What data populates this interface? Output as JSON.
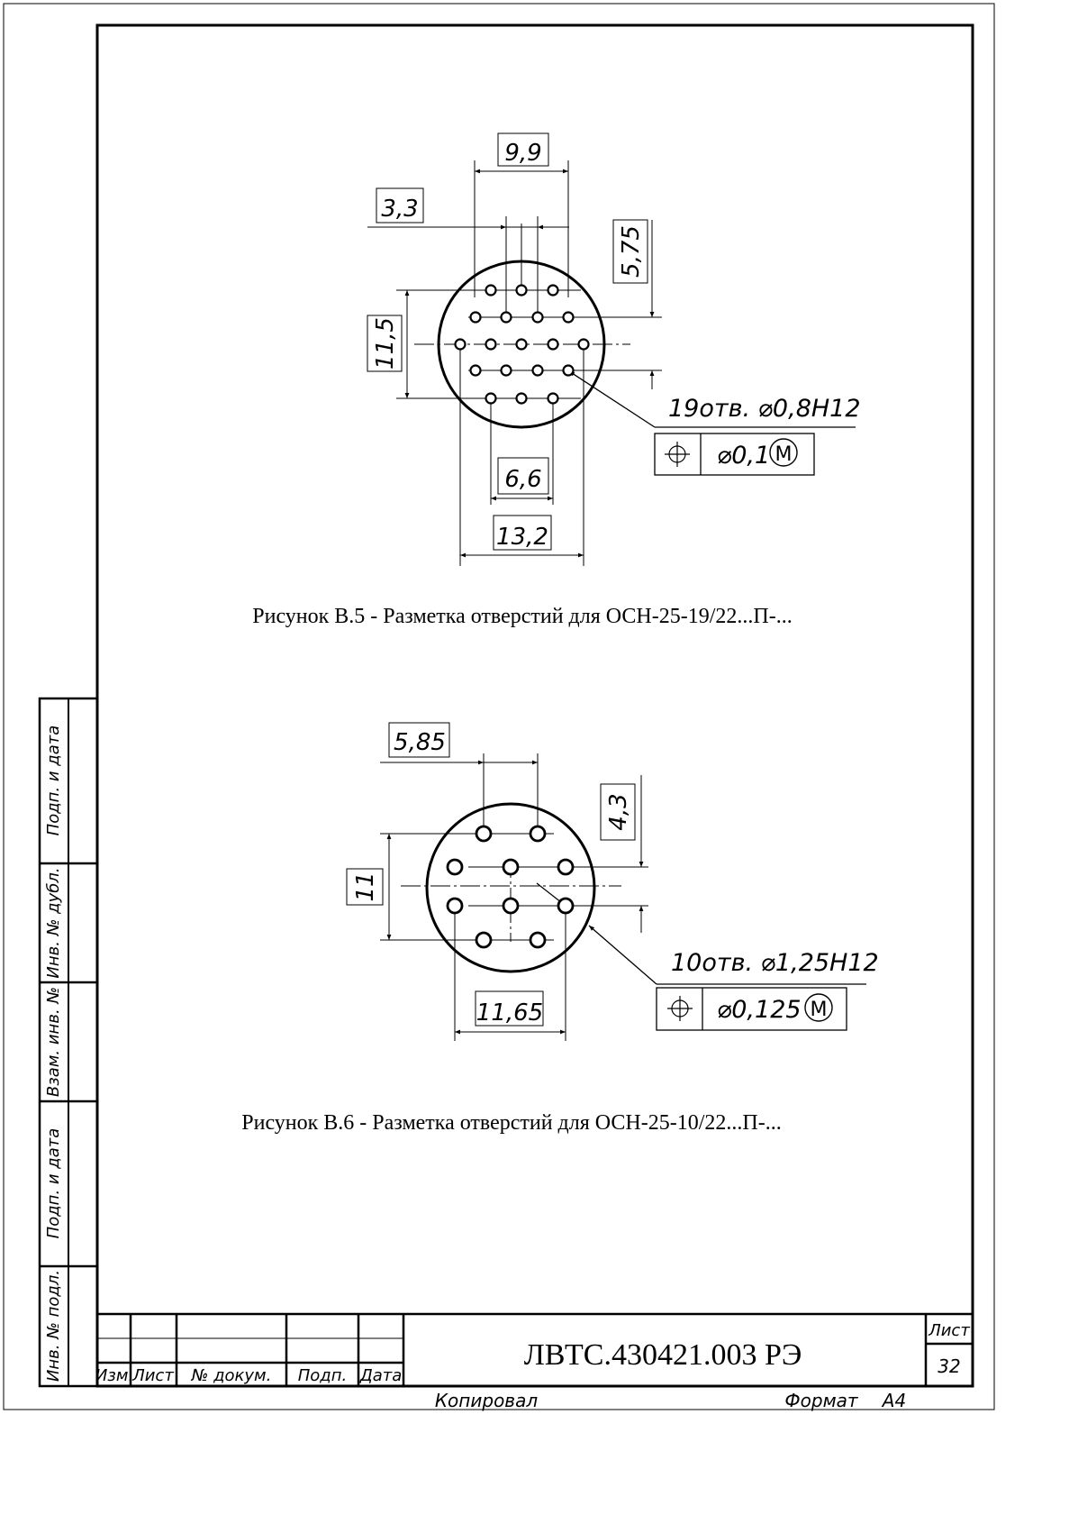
{
  "figure1": {
    "dims": {
      "d9_9": "9,9",
      "d3_3": "3,3",
      "d5_75": "5,75",
      "d11_5": "11,5",
      "d6_6": "6,6",
      "d13_2": "13,2"
    },
    "holes_note": "19отв. ⌀0,8H12",
    "tolerance_value": "⌀0,1",
    "modifier": "M",
    "caption": "Рисунок В.5 - Разметка отверстий для ОСН-25-19/22...П-..."
  },
  "figure2": {
    "dims": {
      "d5_85": "5,85",
      "d4_3": "4,3",
      "d11": "11",
      "d11_65": "11,65"
    },
    "holes_note": "10отв. ⌀1,25H12",
    "tolerance_value": "⌀0,125",
    "modifier": "M",
    "caption": "Рисунок В.6 - Разметка отверстий для ОСН-25-10/22...П-..."
  },
  "side_stamp": {
    "podp_data_top": "Подп. и дата",
    "inv_dubl": "Инв. № дубл.",
    "vzam_inv": "Взам. инв. №",
    "podp_data_bottom": "Подп. и дата",
    "inv_podl": "Инв. № подл."
  },
  "title_block": {
    "col_izm": "Изм.",
    "col_list": "Лист",
    "col_docum": "№ докум.",
    "col_podp": "Подп.",
    "col_data": "Дата",
    "designation": "ЛВТС.430421.003 РЭ",
    "sheet_label": "Лист",
    "sheet_number": "32"
  },
  "footer": {
    "copied": "Копировал",
    "format_label": "Формат",
    "format_value": "А4"
  }
}
